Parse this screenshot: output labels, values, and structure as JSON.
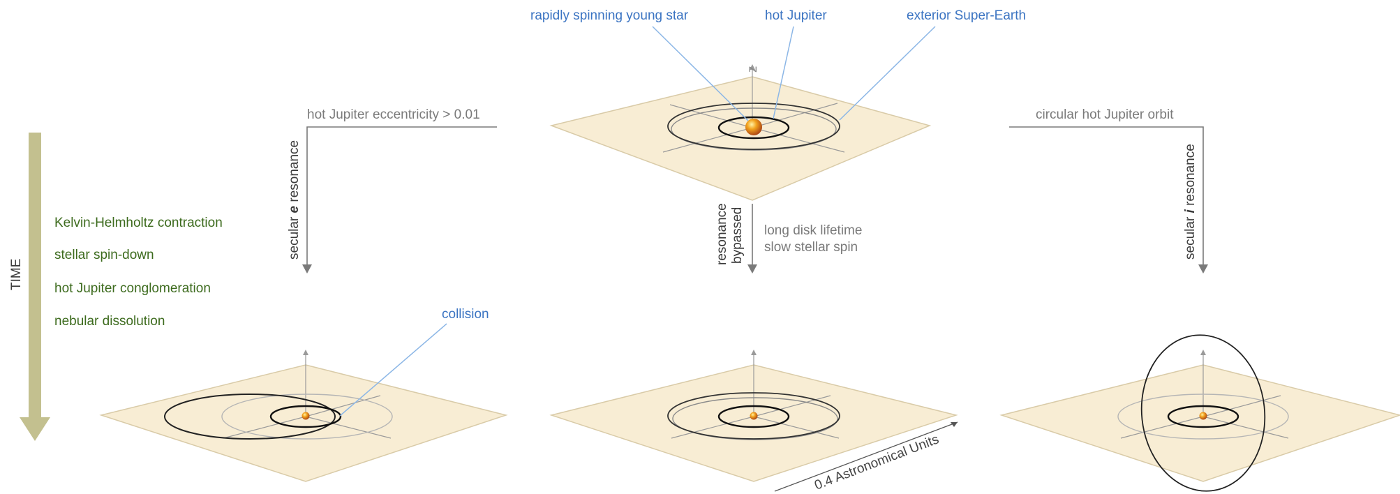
{
  "callouts": {
    "star": "rapidly spinning young star",
    "hot_jupiter": "hot Jupiter",
    "super_earth": "exterior Super-Earth",
    "collision": "collision"
  },
  "branches": {
    "left_condition": "hot Jupiter eccentricity > 0.01",
    "left_process_prefix": "secular ",
    "left_process_symbol": "e",
    "left_process_suffix": " resonance",
    "middle_process_line1": "resonance",
    "middle_process_line2": "bypassed",
    "middle_condition_line1": "long disk lifetime",
    "middle_condition_line2": "slow stellar spin",
    "right_condition": "circular hot Jupiter orbit",
    "right_process_prefix": "secular ",
    "right_process_symbol": "i",
    "right_process_suffix": " resonance"
  },
  "time": {
    "label": "TIME",
    "events": [
      "Kelvin-Helmholtz contraction",
      "stellar spin-down",
      "hot Jupiter conglomeration",
      "nebular dissolution"
    ]
  },
  "axes": {
    "z_label": "z",
    "scale_label": "0.4 Astronomical Units"
  },
  "colors": {
    "plane_fill": "#f8edd4",
    "plane_stroke": "#d9cba8",
    "callout_text": "#3b74c2",
    "callout_line": "#8bb6e6",
    "time_arrow": "#c3c08f",
    "event_text": "#3d6b1e",
    "flow_arrow": "#7a7a7a",
    "orbit": "#222222"
  }
}
